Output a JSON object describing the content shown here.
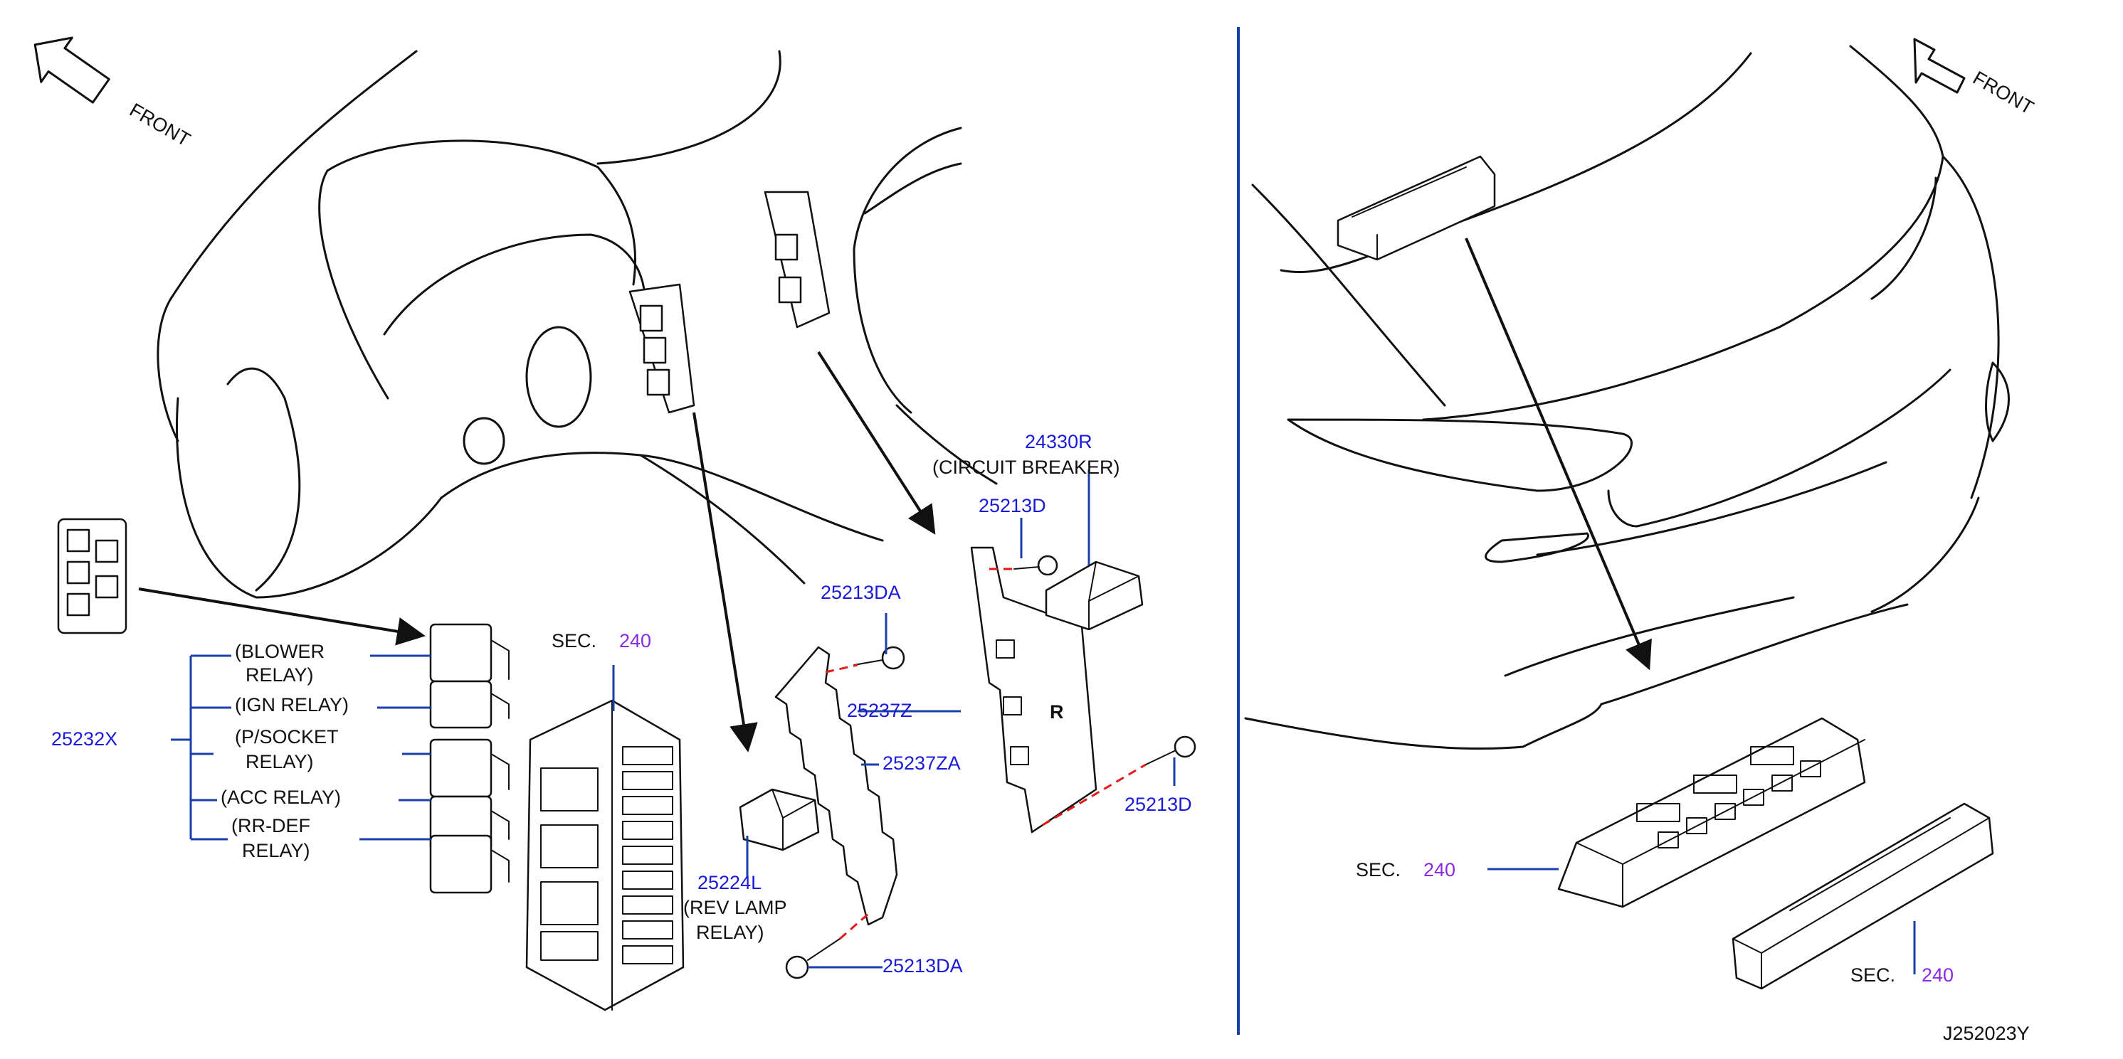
{
  "diagram_id": "J252023Y",
  "front_left": "FRONT",
  "front_right": "FRONT",
  "parts": {
    "p25232X": "25232X",
    "blower_1": "(BLOWER",
    "blower_2": "RELAY)",
    "ign": "(IGN   RELAY)",
    "psocket_1": "(P/SOCKET",
    "psocket_2": "RELAY)",
    "acc": "(ACC   RELAY)",
    "rrdef_1": "(RR-DEF",
    "rrdef_2": "RELAY)",
    "sec_label_1": "SEC.",
    "sec_num_1": "240",
    "p25224L": "25224L",
    "rev_1": "(REV   LAMP",
    "rev_2": "RELAY)",
    "p25213DA_top": "25213DA",
    "p25213DA_bottom": "25213DA",
    "p25237Z": "25237Z",
    "p25237ZA": "25237ZA",
    "p24330R": "24330R",
    "circuit_breaker": "(CIRCUIT   BREAKER)",
    "p25213D_top": "25213D",
    "p25213D_right": "25213D",
    "sec_label_2": "SEC.",
    "sec_num_2": "240",
    "sec_label_3": "SEC.",
    "sec_num_3": "240"
  },
  "colors": {
    "part_number": "#1a1ad8",
    "section_ref": "#8a2be2",
    "divider": "#1a3fa8",
    "screw_axis": "#e41a1a"
  }
}
